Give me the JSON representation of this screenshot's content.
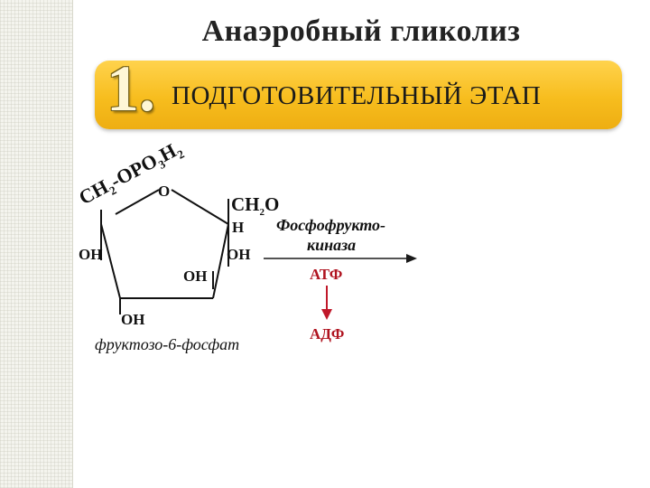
{
  "title": "Анаэробный гликолиз",
  "banner": {
    "number": "1.",
    "label": "ПОДГОТОВИТЕЛЬНЫЙ ЭТАП"
  },
  "molecule": {
    "ring_oxygen": "O",
    "substituent_parts": {
      "main": "CH",
      "sub1": "2",
      "mid": "-OPO",
      "sub2": "3",
      "end": "H",
      "sub3": "2"
    },
    "ch2o": {
      "main": "CH",
      "sub": "2",
      "end": "O"
    },
    "h": "H",
    "oh_left": "OH",
    "oh_right": "OH",
    "oh_middle": "OH",
    "oh_bottom": "OH",
    "name": "фруктозо-6-фосфат"
  },
  "reaction": {
    "enzyme_line1": "Фосфофрукто-",
    "enzyme_line2": "киназа",
    "cofactor_in": "АТФ",
    "cofactor_out": "АДФ",
    "arrow_color": "#1a1a1a",
    "cofactor_arrow_color": "#c0182a"
  }
}
